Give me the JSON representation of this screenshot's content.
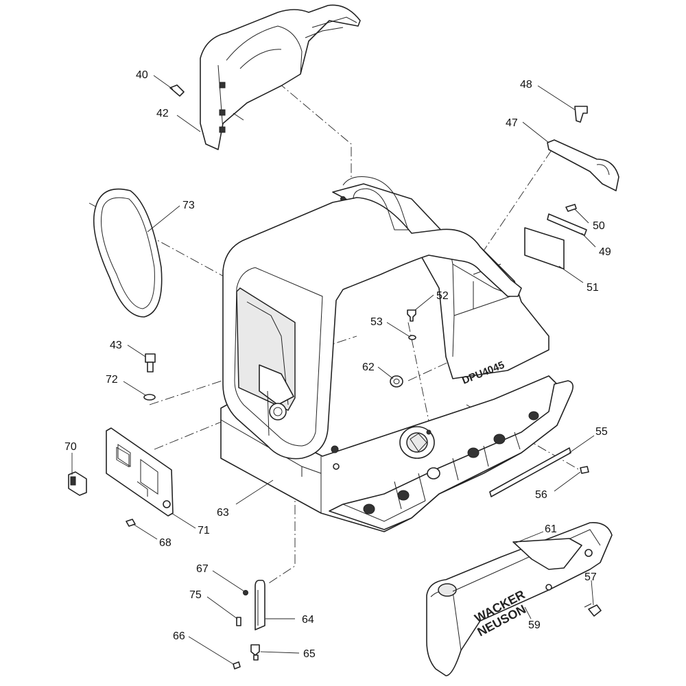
{
  "callouts": [
    {
      "id": "40",
      "label": "40"
    },
    {
      "id": "42",
      "label": "42"
    },
    {
      "id": "48",
      "label": "48"
    },
    {
      "id": "47",
      "label": "47"
    },
    {
      "id": "73",
      "label": "73"
    },
    {
      "id": "50",
      "label": "50"
    },
    {
      "id": "49",
      "label": "49"
    },
    {
      "id": "51",
      "label": "51"
    },
    {
      "id": "52",
      "label": "52"
    },
    {
      "id": "53",
      "label": "53"
    },
    {
      "id": "62",
      "label": "62"
    },
    {
      "id": "43",
      "label": "43"
    },
    {
      "id": "72",
      "label": "72"
    },
    {
      "id": "70",
      "label": "70"
    },
    {
      "id": "55",
      "label": "55"
    },
    {
      "id": "56",
      "label": "56"
    },
    {
      "id": "63",
      "label": "63"
    },
    {
      "id": "71",
      "label": "71"
    },
    {
      "id": "68",
      "label": "68"
    },
    {
      "id": "61",
      "label": "61"
    },
    {
      "id": "67",
      "label": "67"
    },
    {
      "id": "57",
      "label": "57"
    },
    {
      "id": "75",
      "label": "75"
    },
    {
      "id": "64",
      "label": "64"
    },
    {
      "id": "59",
      "label": "59"
    },
    {
      "id": "66",
      "label": "66"
    },
    {
      "id": "65",
      "label": "65"
    }
  ],
  "brand": {
    "cover_logo_line1": "WACKER",
    "cover_logo_line2": "NEUSON",
    "model_decal": "DPU4045"
  }
}
